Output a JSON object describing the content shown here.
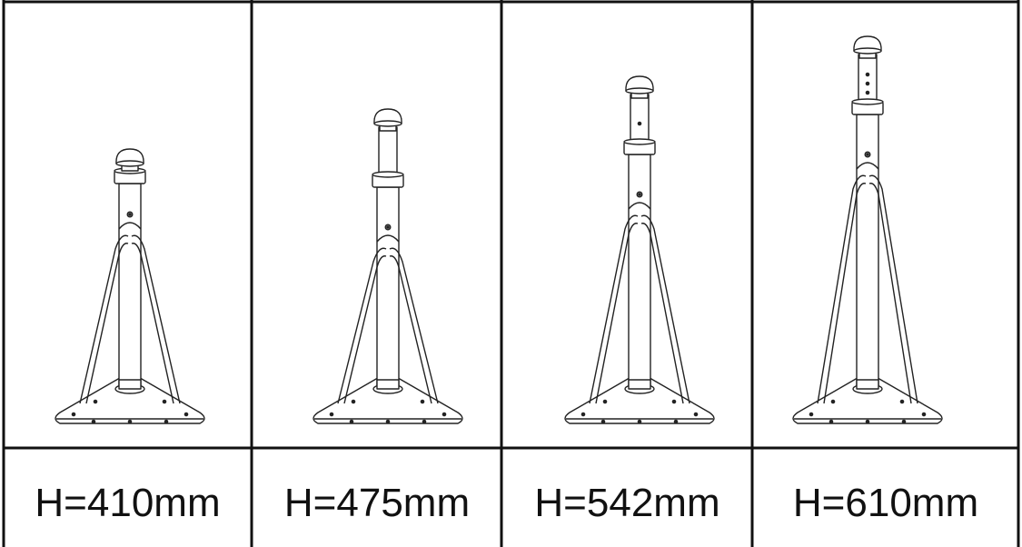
{
  "variants": [
    {
      "label": "H=410mm",
      "height_mm": 410
    },
    {
      "label": "H=475mm",
      "height_mm": 475
    },
    {
      "label": "H=542mm",
      "height_mm": 542
    },
    {
      "label": "H=610mm",
      "height_mm": 610
    }
  ]
}
